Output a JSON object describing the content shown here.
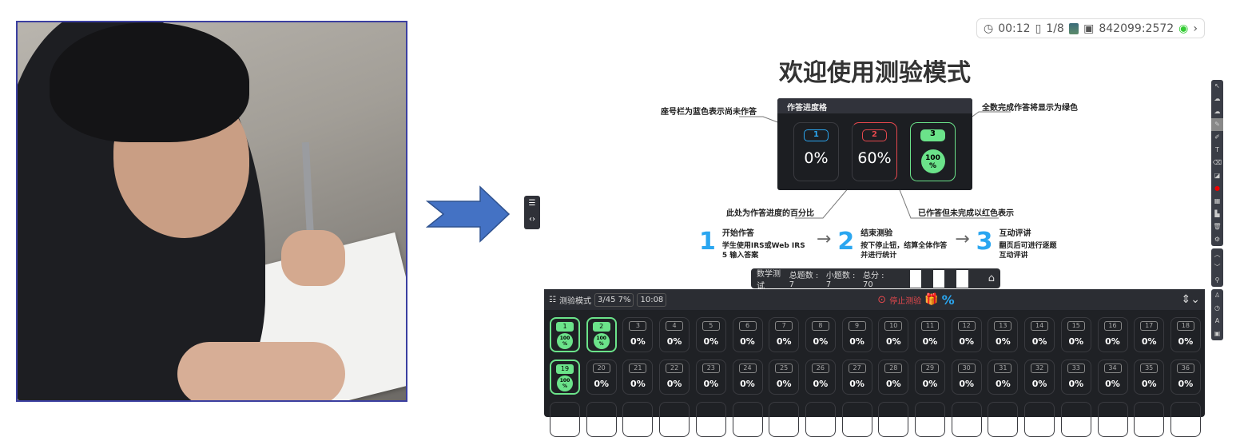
{
  "slide": {
    "title": "欢迎使用测验模式",
    "topbar": {
      "timer": "00:12",
      "page": "1/8",
      "room_code": "842099",
      "room_sub": "2572"
    },
    "legend": {
      "header": "作答进度格",
      "cells": [
        {
          "num": "1",
          "pct": "0%",
          "state": "blue"
        },
        {
          "num": "2",
          "pct": "60%",
          "state": "red"
        },
        {
          "num": "3",
          "pct": "100",
          "pct_unit": "%",
          "state": "green"
        }
      ],
      "notes": {
        "blue": "座号栏为蓝色表示尚未作答",
        "green": "全数完成作答将显示为绿色",
        "percent": "此处为作答进度的百分比",
        "red": "已作答但未完成以红色表示"
      }
    },
    "steps": [
      {
        "n": "1",
        "title": "开始作答",
        "desc": "学生使用IRS或Web IRS 5 输入答案"
      },
      {
        "n": "2",
        "title": "结束测验",
        "desc": "按下停止钮，结算全体作答并进行统计"
      },
      {
        "n": "3",
        "title": "互动评讲",
        "desc": "翻页后可进行逐题互动评讲"
      }
    ]
  },
  "infobar": {
    "name": "数学测试",
    "total_q": "总题数 : 7",
    "sub_q": "小题数 : 7",
    "score": "总分 : 70"
  },
  "panel": {
    "mode": "测验模式",
    "progress": "3/45 7%",
    "time": "10:08",
    "stop": "停止测验",
    "percent_icon": "%"
  },
  "colors": {
    "green": "#6be38a",
    "red": "#e5484d",
    "blue": "#2aa6f0",
    "arrow": "#4472c4"
  },
  "seats": [
    {
      "n": "1",
      "pct": "100",
      "done": true
    },
    {
      "n": "2",
      "pct": "100",
      "done": true
    },
    {
      "n": "3",
      "pct": "0%"
    },
    {
      "n": "4",
      "pct": "0%"
    },
    {
      "n": "5",
      "pct": "0%"
    },
    {
      "n": "6",
      "pct": "0%"
    },
    {
      "n": "7",
      "pct": "0%"
    },
    {
      "n": "8",
      "pct": "0%"
    },
    {
      "n": "9",
      "pct": "0%"
    },
    {
      "n": "10",
      "pct": "0%"
    },
    {
      "n": "11",
      "pct": "0%"
    },
    {
      "n": "12",
      "pct": "0%"
    },
    {
      "n": "13",
      "pct": "0%"
    },
    {
      "n": "14",
      "pct": "0%"
    },
    {
      "n": "15",
      "pct": "0%"
    },
    {
      "n": "16",
      "pct": "0%"
    },
    {
      "n": "17",
      "pct": "0%"
    },
    {
      "n": "18",
      "pct": "0%"
    },
    {
      "n": "19",
      "pct": "100",
      "done": true
    },
    {
      "n": "20",
      "pct": "0%"
    },
    {
      "n": "21",
      "pct": "0%"
    },
    {
      "n": "22",
      "pct": "0%"
    },
    {
      "n": "23",
      "pct": "0%"
    },
    {
      "n": "24",
      "pct": "0%"
    },
    {
      "n": "25",
      "pct": "0%"
    },
    {
      "n": "26",
      "pct": "0%"
    },
    {
      "n": "27",
      "pct": "0%"
    },
    {
      "n": "28",
      "pct": "0%"
    },
    {
      "n": "29",
      "pct": "0%"
    },
    {
      "n": "30",
      "pct": "0%"
    },
    {
      "n": "31",
      "pct": "0%"
    },
    {
      "n": "32",
      "pct": "0%"
    },
    {
      "n": "33",
      "pct": "0%"
    },
    {
      "n": "34",
      "pct": "0%"
    },
    {
      "n": "35",
      "pct": "0%"
    },
    {
      "n": "36",
      "pct": "0%"
    }
  ]
}
